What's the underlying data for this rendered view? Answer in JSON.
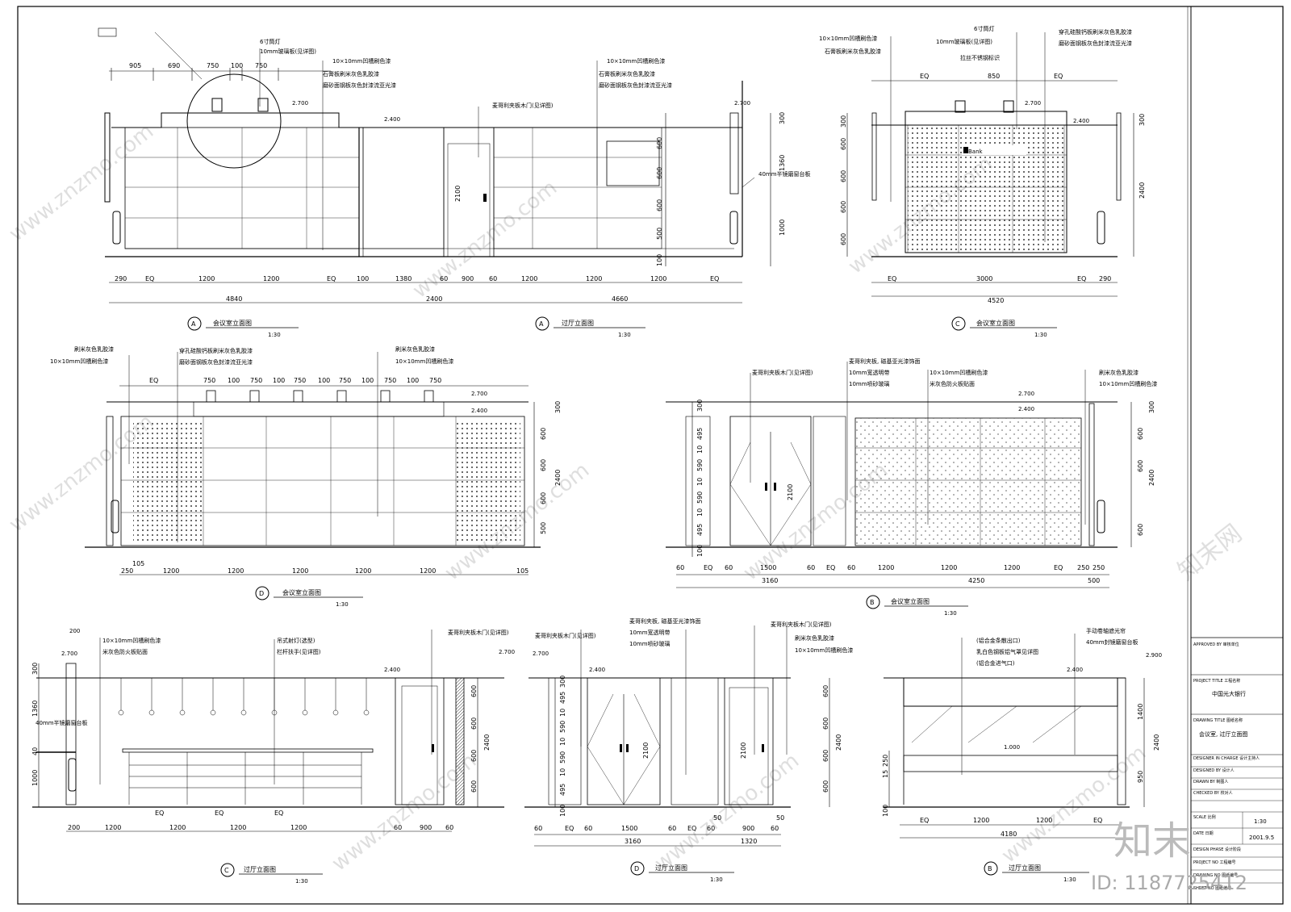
{
  "elevations": [
    {
      "key": "a1",
      "marker": "A",
      "title": "会议室立面图",
      "scale": "1:30",
      "dims_top": [
        "905",
        "690",
        "750",
        "100",
        "750"
      ],
      "dims_bottom": [
        "290",
        "EQ",
        "1200",
        "1200",
        "EQ",
        "100"
      ],
      "dims_total": "4840",
      "levels": [
        "2.700"
      ],
      "callouts": [
        "6寸筒灯",
        "10mm玻璃板(见详图)",
        "10×10mm凹槽刷色漆",
        "石膏板刷米灰色乳胶漆",
        "磨砂面钢板灰色封漆流亚光漆"
      ]
    },
    {
      "key": "a2",
      "marker": "A",
      "title": "过厅立面图",
      "scale": "1:30",
      "dims_bottom": [
        "1380",
        "60",
        "900",
        "60",
        "1200",
        "1200",
        "1200",
        "EQ"
      ],
      "dims_total": [
        "2400",
        "4660"
      ],
      "dims_right": [
        "300",
        "600",
        "600",
        "600",
        "500",
        "100",
        "1360",
        "1000"
      ],
      "levels": [
        "2.400",
        "2.700"
      ],
      "callouts": [
        "麦哥利夹板木门(见详图)",
        "10×10mm凹槽刷色漆",
        "石膏板刷米灰色乳胶漆",
        "磨砂面钢板灰色封漆流亚光漆",
        "40mm半镜磨窗台板",
        "2100"
      ]
    },
    {
      "key": "c1",
      "marker": "C",
      "title": "会议室立面图",
      "scale": "1:30",
      "dims_top": [
        "EQ",
        "850",
        "EQ"
      ],
      "dims_bottom": [
        "EQ",
        "3000",
        "EQ",
        "290"
      ],
      "dims_total": "4520",
      "dims_left": [
        "300",
        "600",
        "600",
        "600",
        "600"
      ],
      "dims_right": [
        "300",
        "2400"
      ],
      "levels": [
        "2.700",
        "2.400"
      ],
      "bank_text": "Bank",
      "callouts": [
        "10×10mm凹槽刷色漆",
        "10mm玻璃板(见详图)",
        "石膏板刷米灰色乳胶漆",
        "6寸筒灯",
        "穿孔硅酸钙板刷米灰色乳胶漆",
        "磨砂面钢板灰色封漆流亚光漆",
        "拉丝不锈钢标识"
      ]
    },
    {
      "key": "d1",
      "marker": "D",
      "title": "会议室立面图",
      "scale": "1:30",
      "dims_top": [
        "EQ",
        "750",
        "100",
        "750",
        "100",
        "750",
        "100",
        "750",
        "100",
        "750",
        "100",
        "750"
      ],
      "dims_bottom": [
        "250",
        "105",
        "1200",
        "1200",
        "1200",
        "1200",
        "1200",
        "105"
      ],
      "dims_right": [
        "300",
        "600",
        "600",
        "600",
        "500",
        "2400"
      ],
      "levels": [
        "2.700",
        "2.400"
      ],
      "callouts": [
        "刷米灰色乳胶漆",
        "10×10mm凹槽刷色漆",
        "穿孔硅酸钙板刷米灰色乳胶漆",
        "磨砂面钢板灰色封漆流亚光漆",
        "刷米灰色乳胶漆",
        "10×10mm凹槽刷色漆"
      ]
    },
    {
      "key": "b1",
      "marker": "B",
      "title": "会议室立面图",
      "scale": "1:30",
      "dims_bottom": [
        "60",
        "EQ",
        "60",
        "1500",
        "60",
        "EQ",
        "60",
        "1200",
        "1200",
        "1200",
        "EQ",
        "250",
        "250"
      ],
      "dims_total": [
        "3160",
        "4250",
        "500"
      ],
      "dims_left": [
        "300",
        "495",
        "10",
        "590",
        "10",
        "590",
        "10",
        "495",
        "100"
      ],
      "dims_right": [
        "300",
        "600",
        "600",
        "600",
        "2400"
      ],
      "levels": [
        "2.700",
        "2.400"
      ],
      "callouts": [
        "麦哥利夹板木门(见详图)",
        "麦哥利夹板, 磁基亚光漆饰面",
        "10mm宽透明带",
        "10mm喷砂玻璃",
        "10×10mm凹槽刷色漆",
        "米灰色防火板贴面",
        "刷米灰色乳胶漆",
        "10×10mm凹槽刷色漆",
        "2100"
      ]
    },
    {
      "key": "c2",
      "marker": "C",
      "title": "过厅立面图",
      "scale": "1:30",
      "dims_bottom": [
        "200",
        "1200",
        "EQ",
        "1200",
        "EQ",
        "1200",
        "EQ",
        "1200",
        "60",
        "900",
        "60"
      ],
      "dims_left": [
        "300",
        "1360",
        "40",
        "1000"
      ],
      "dims_right": [
        "600",
        "600",
        "600",
        "600",
        "2400"
      ],
      "levels": [
        "2.700",
        "2.400",
        "2.700"
      ],
      "callouts": [
        "200",
        "10×10mm凹槽刷色漆",
        "米灰色防火板贴面",
        "吊式射灯(选型)",
        "栏杆扶手(见详图)",
        "麦哥利夹板木门(见详图)",
        "40mm半镜磨窗台板"
      ]
    },
    {
      "key": "d2",
      "marker": "D",
      "title": "过厅立面图",
      "scale": "1:30",
      "dims_bottom": [
        "60",
        "EQ",
        "60",
        "1500",
        "60",
        "EQ",
        "60",
        "900",
        "60",
        "50",
        "50"
      ],
      "dims_total": [
        "3160",
        "1320"
      ],
      "dims_left": [
        "300",
        "495",
        "10",
        "590",
        "10",
        "590",
        "10",
        "495",
        "100"
      ],
      "dims_right": [
        "600",
        "600",
        "600",
        "600",
        "2400"
      ],
      "levels": [
        "2.700",
        "2.400"
      ],
      "callouts": [
        "麦哥利夹板, 磁基亚光漆饰面",
        "10mm宽透明带",
        "10mm喷砂玻璃",
        "麦哥利夹板木门(见详图)",
        "麦哥利夹板木门(见详图)",
        "刷米灰色乳胶漆",
        "10×10mm凹槽刷色漆",
        "2100",
        "2100"
      ]
    },
    {
      "key": "b2",
      "marker": "B",
      "title": "过厅立面图",
      "scale": "1:30",
      "dims_bottom": [
        "EQ",
        "1200",
        "1200",
        "EQ"
      ],
      "dims_total": "4180",
      "dims_left": [
        "250",
        "15",
        "100"
      ],
      "dims_right": [
        "1400",
        "950",
        "2400"
      ],
      "levels": [
        "2.400",
        "2.900",
        "1.000"
      ],
      "callouts": [
        "(铝合金条散出口)",
        "乳白色钢板铝气罩见详图",
        "(铝合金进气口)",
        "手动卷轴遮光帘",
        "40mm封镜磨窗台板"
      ]
    }
  ],
  "title_block": {
    "approved_label": "APPROVED BY 审核单位",
    "project_label": "PROJECT TITLE 工程名称",
    "project_value": "中国光大银行",
    "drawing_label": "DRAWING TITLE 图纸名称",
    "drawing_value": "会议室, 过厅立面图",
    "designer_label": "DESIGNER IN CHARGE 设计主持人",
    "designed_label": "DESIGNED BY 设计人",
    "drawn_label": "DRAWN BY 制图人",
    "checked_label": "CHECKED BY 校对人",
    "scale_label": "SCALE 比例",
    "scale_value": "1:30",
    "date_label": "DATE 日期",
    "date_value": "2001.9.5",
    "phase_label": "DESIGN PHASE 设计阶段",
    "project_no_label": "PROJECT NO 工程编号",
    "drawing_no_label": "DRAWING NO 图纸编号",
    "sheet_no_label": "SHEET NO 图纸编号"
  },
  "watermark": {
    "site": "www.znzmo.com",
    "brand": "知末网",
    "logo": "知末",
    "id_text": "ID: 1187725412"
  }
}
